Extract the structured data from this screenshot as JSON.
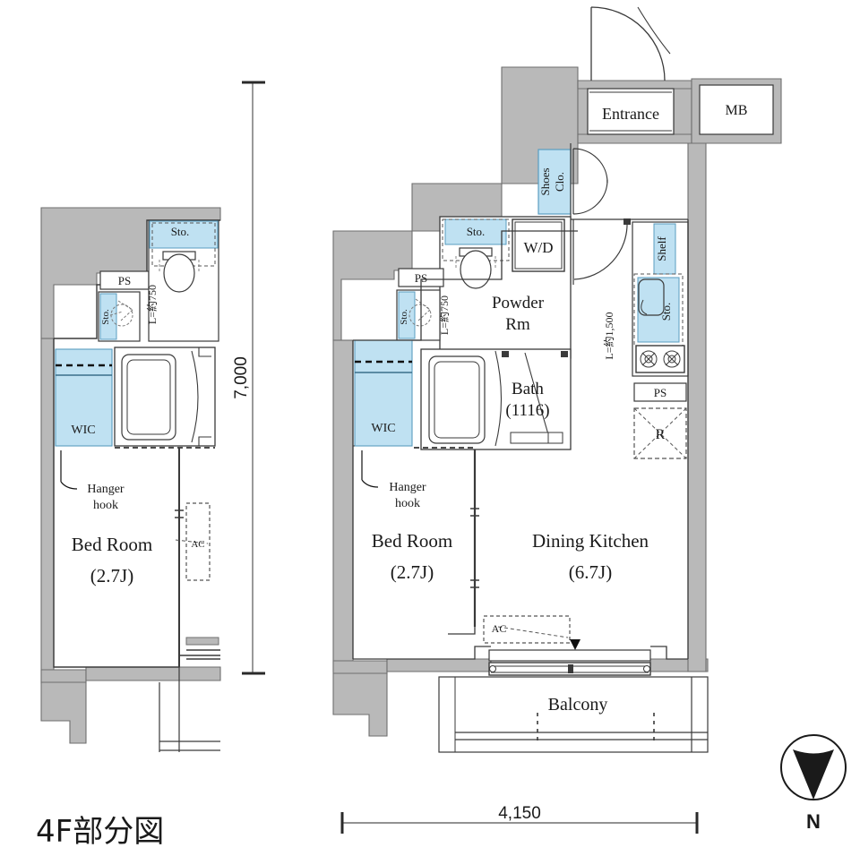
{
  "page": {
    "title": "4F部分図",
    "caption": "4F部分図",
    "background": "#ffffff"
  },
  "colors": {
    "wall_fill": "#b9b9b9",
    "wall_stroke": "#6e6e6e",
    "storage_fill": "#bfe1f2",
    "storage_stroke": "#5a9dc0",
    "line": "#2a2a2a",
    "thin_line": "#555555",
    "text": "#1a1a1a"
  },
  "dimensions": {
    "vertical": {
      "label": "7,000",
      "unit": "mm",
      "orientation": "vertical",
      "position": "left-of-left-plan"
    },
    "horizontal": {
      "label": "4,150",
      "unit": "mm",
      "orientation": "horizontal",
      "position": "below-right-plan"
    }
  },
  "compass": {
    "label": "N",
    "direction": "north-down",
    "shape": "circle-with-triangle"
  },
  "left_plan": {
    "name": "partial-plan-left",
    "rooms": [
      {
        "id": "bed-room",
        "label_line1": "Bed Room",
        "label_line2": "(2.7J)"
      },
      {
        "id": "wic",
        "label": "WIC"
      },
      {
        "id": "ps-left",
        "label": "PS"
      },
      {
        "id": "sto-small",
        "label": "Sto."
      },
      {
        "id": "sto-toilet",
        "label": "Sto."
      }
    ],
    "annotations": [
      {
        "id": "hanger-hook",
        "line1": "Hanger",
        "line2": "hook"
      },
      {
        "id": "toilet-length",
        "label": "L=約750"
      },
      {
        "id": "ac-unit",
        "label": "AC"
      }
    ]
  },
  "right_plan": {
    "name": "partial-plan-right",
    "rooms": [
      {
        "id": "entrance",
        "label": "Entrance"
      },
      {
        "id": "mb",
        "label": "MB"
      },
      {
        "id": "shoes-clo",
        "label": "Shoes Clo."
      },
      {
        "id": "powder-rm",
        "label_line1": "Powder",
        "label_line2": "Rm"
      },
      {
        "id": "bath",
        "label_line1": "Bath",
        "label_line2": "(1116)"
      },
      {
        "id": "wic",
        "label": "WIC"
      },
      {
        "id": "bed-room",
        "label_line1": "Bed Room",
        "label_line2": "(2.7J)"
      },
      {
        "id": "dining-kitchen",
        "label_line1": "Dining Kitchen",
        "label_line2": "(6.7J)"
      },
      {
        "id": "balcony",
        "label": "Balcony"
      },
      {
        "id": "ps-upper",
        "label": "PS"
      },
      {
        "id": "ps-kitchen",
        "label": "PS"
      },
      {
        "id": "shelf",
        "label": "Shelf"
      },
      {
        "id": "sto-kitchen",
        "label": "Sto."
      },
      {
        "id": "sto-toilet",
        "label": "Sto."
      },
      {
        "id": "sto-small",
        "label": "Sto."
      },
      {
        "id": "washer-dryer",
        "label": "W/D"
      },
      {
        "id": "refrigerator",
        "label": "R"
      }
    ],
    "annotations": [
      {
        "id": "hanger-hook",
        "line1": "Hanger",
        "line2": "hook"
      },
      {
        "id": "toilet-length",
        "label": "L=約750"
      },
      {
        "id": "kitchen-length",
        "label": "L=約1,500"
      },
      {
        "id": "ac-unit",
        "label": "AC"
      }
    ]
  }
}
